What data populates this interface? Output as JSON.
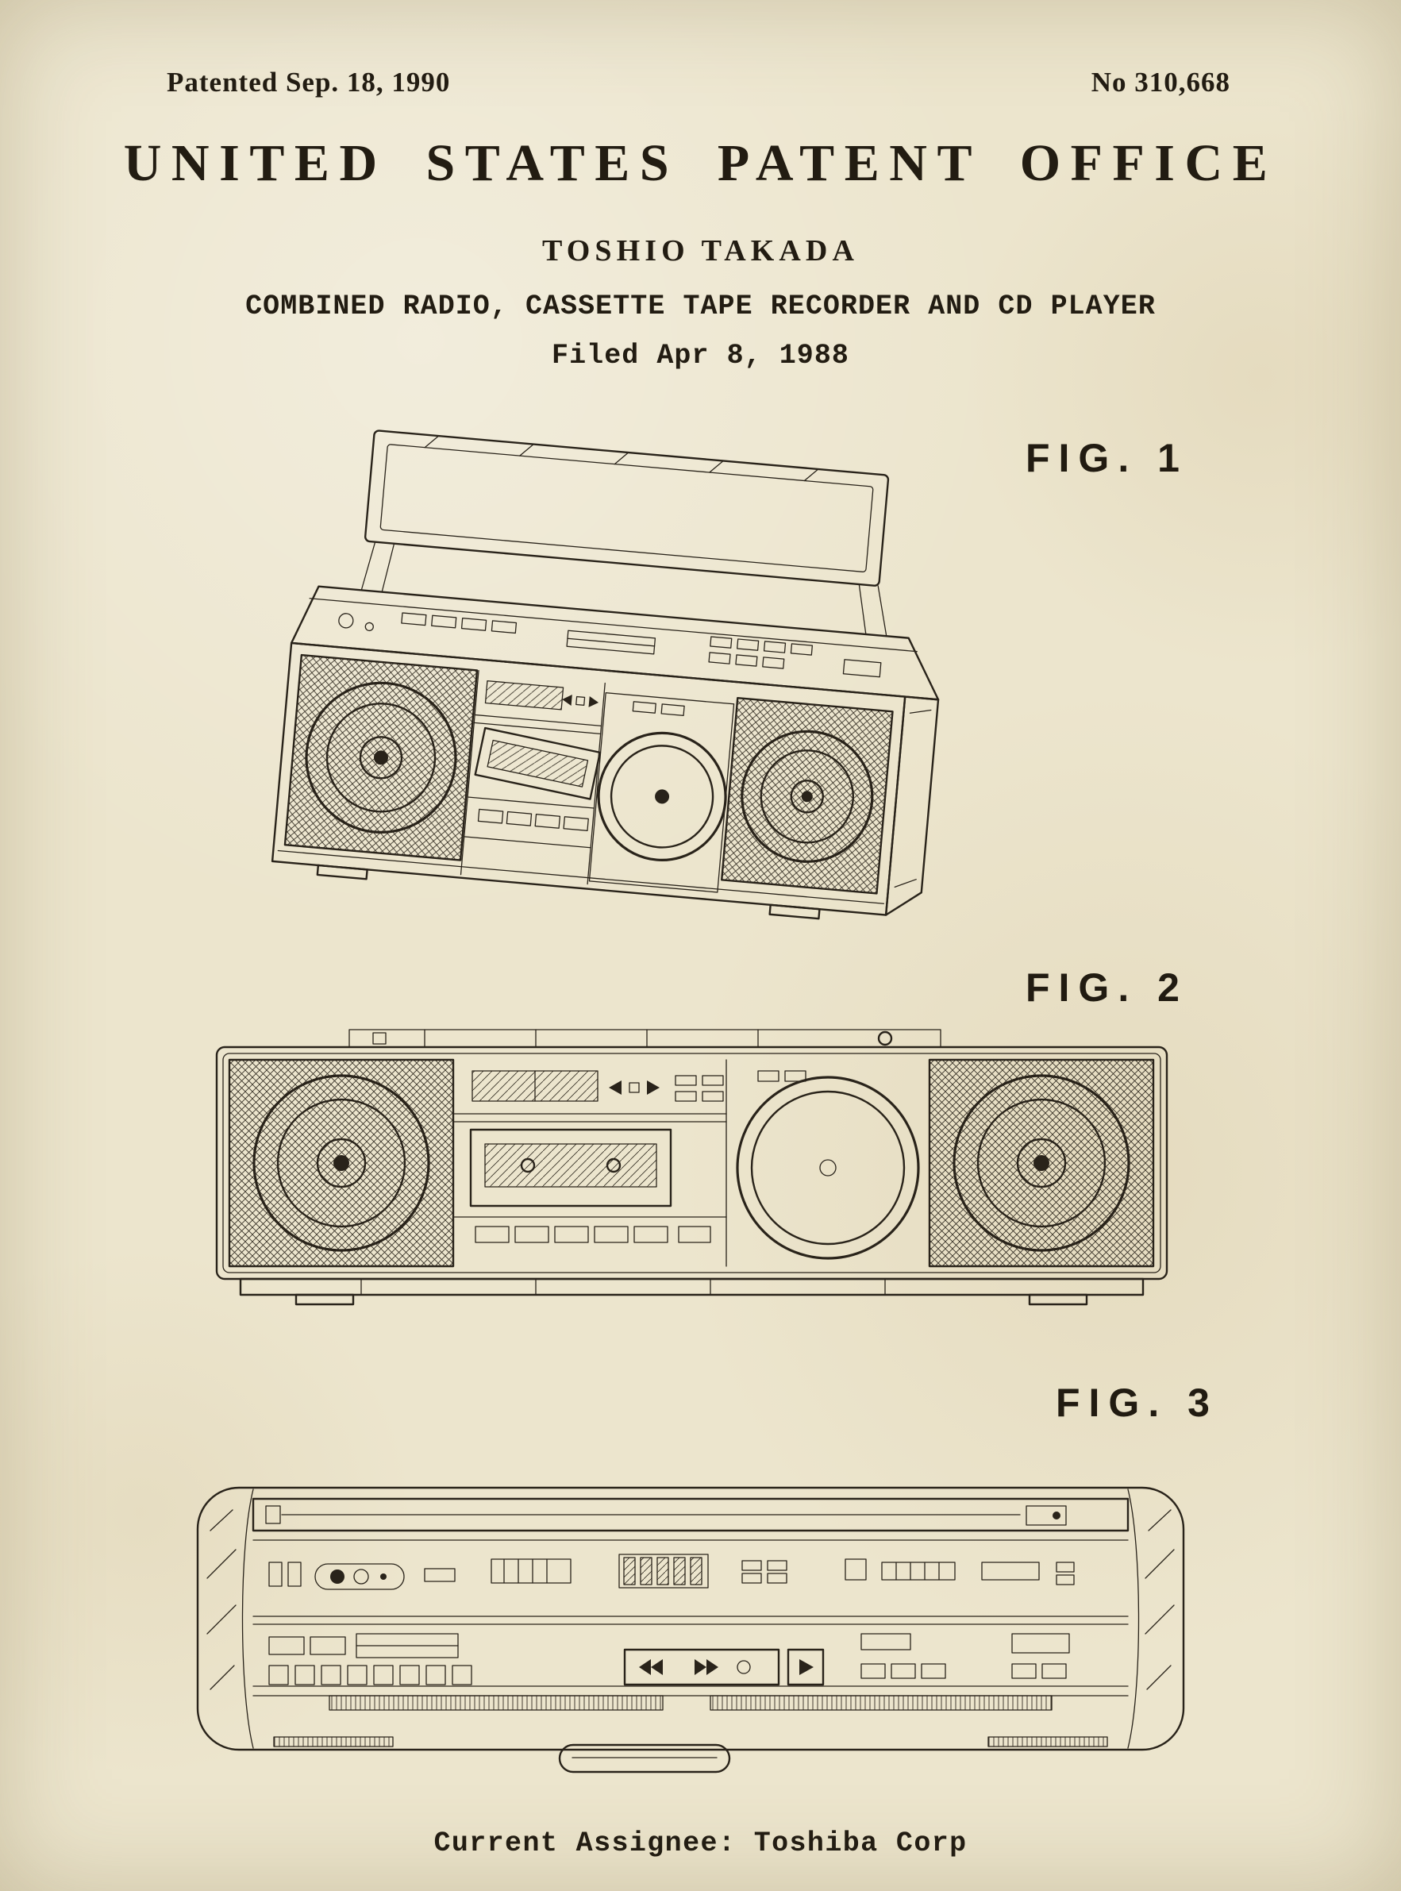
{
  "colors": {
    "paper": "#e9e1c7",
    "ink": "#221c12"
  },
  "header": {
    "patented": "Patented Sep. 18, 1990",
    "patent_number": "No 310,668"
  },
  "heading": {
    "office": "UNITED STATES PATENT OFFICE",
    "inventor": "TOSHIO TAKADA",
    "invention_title": "COMBINED RADIO, CASSETTE TAPE RECORDER AND CD PLAYER",
    "filed": "Filed Apr 8, 1988"
  },
  "figures": [
    {
      "label": "FIG. 1"
    },
    {
      "label": "FIG. 2"
    },
    {
      "label": "FIG. 3"
    }
  ],
  "footer": {
    "assignee": "Current Assignee: Toshiba Corp"
  }
}
